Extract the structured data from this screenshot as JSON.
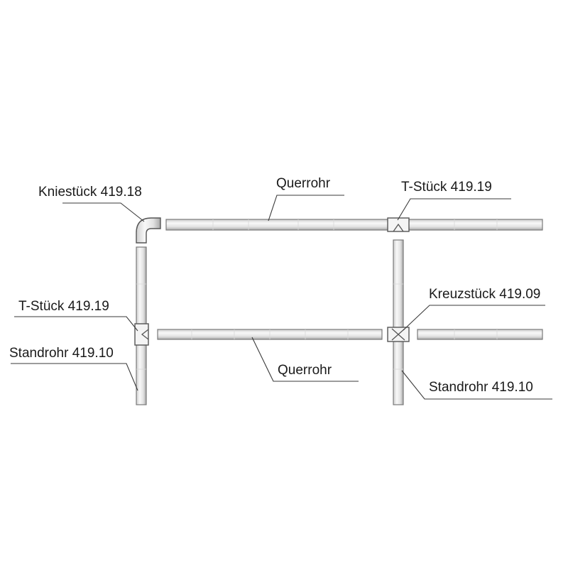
{
  "labels": {
    "kniestueck": "Kniestück 419.18",
    "querrohr_top": "Querrohr",
    "tstueck_top": "T-Stück 419.19",
    "tstueck_left": "T-Stück 419.19",
    "standrohr_left": "Standrohr 419.10",
    "kreuzstueck": "Kreuzstück 419.09",
    "querrohr_bottom": "Querrohr",
    "standrohr_right": "Standrohr 419.10"
  },
  "colors": {
    "pipe_light": "#f7f7f7",
    "pipe_mid": "#d9d9d9",
    "pipe_dark": "#9a9a9a",
    "outline": "#6f6f6f",
    "text": "#1a1a1a"
  }
}
